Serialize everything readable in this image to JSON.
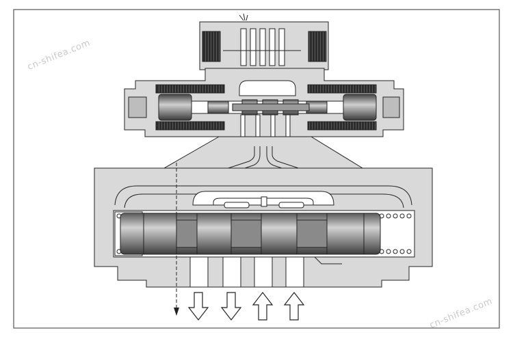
{
  "diagram": {
    "kind": "solenoid-operated pilot directional valve cross-section",
    "colors": {
      "border": "#555555",
      "body_fill": "#d9d9d9",
      "body_stroke": "#222222",
      "spool_fill": "#8a8a8a",
      "spool_highlight": "#c8c8c8",
      "coil_fill": "#3a3a3a",
      "channel_fill": "#ffffff",
      "arrow_fill": "#ffffff"
    },
    "ports": [
      {
        "id": "drain",
        "direction": "down",
        "style": "dashed"
      },
      {
        "id": "port-1",
        "direction": "down"
      },
      {
        "id": "port-2",
        "direction": "down"
      },
      {
        "id": "port-3",
        "direction": "up"
      },
      {
        "id": "port-4",
        "direction": "up"
      }
    ]
  },
  "watermarks": [
    "cn-shifea.com",
    "cn-shifea.com"
  ]
}
